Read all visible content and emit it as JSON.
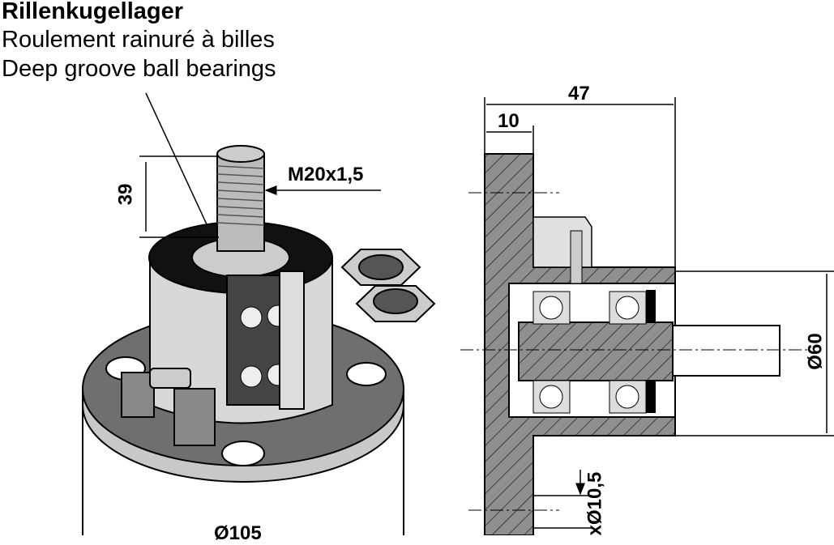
{
  "titles": {
    "german": "Rillenkugellager",
    "french": "Roulement rainuré à billes",
    "english": "Deep groove ball bearings"
  },
  "dimensions": {
    "stud_height": "39",
    "thread": "M20x1,5",
    "total_length": "47",
    "flange_thickness": "10",
    "hub_diameter": "Ø60",
    "hole_diameter": "xØ10,5",
    "flange_diameter": "Ø105"
  },
  "colors": {
    "fill_gray": "#9a9a9a",
    "light_gray": "#d4d4d4",
    "dark": "#1a1a1a"
  }
}
